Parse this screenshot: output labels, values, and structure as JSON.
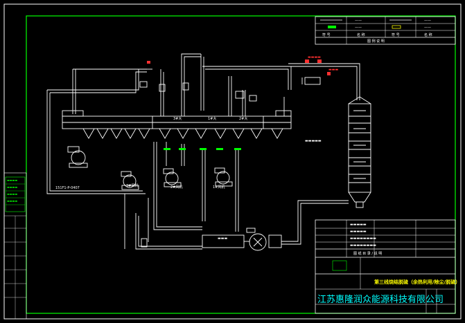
{
  "drawing": {
    "title": "第三线烧结脱硫（余热利用/除尘/脱硫）",
    "company": "江苏惠隆润众能源科技有限公司",
    "legend_title": "图 例 说 明",
    "device_label": "151F1-P-0407",
    "stage_labels": [
      "1#大",
      "2#大",
      "3#大"
    ],
    "fan_labels": [
      "3#风机",
      "1#风机",
      "2#风机"
    ],
    "legend_headers": [
      "符 号",
      "名 称",
      "符 号",
      "名 称"
    ],
    "notes_header": "图 纸 目 录 / 说 明",
    "colors": {
      "frame": "#00ff00",
      "pipe": "#ffffff",
      "accent_red": "#ff3030",
      "title_yellow": "#ffff00",
      "company_cyan": "#00ffff"
    }
  }
}
